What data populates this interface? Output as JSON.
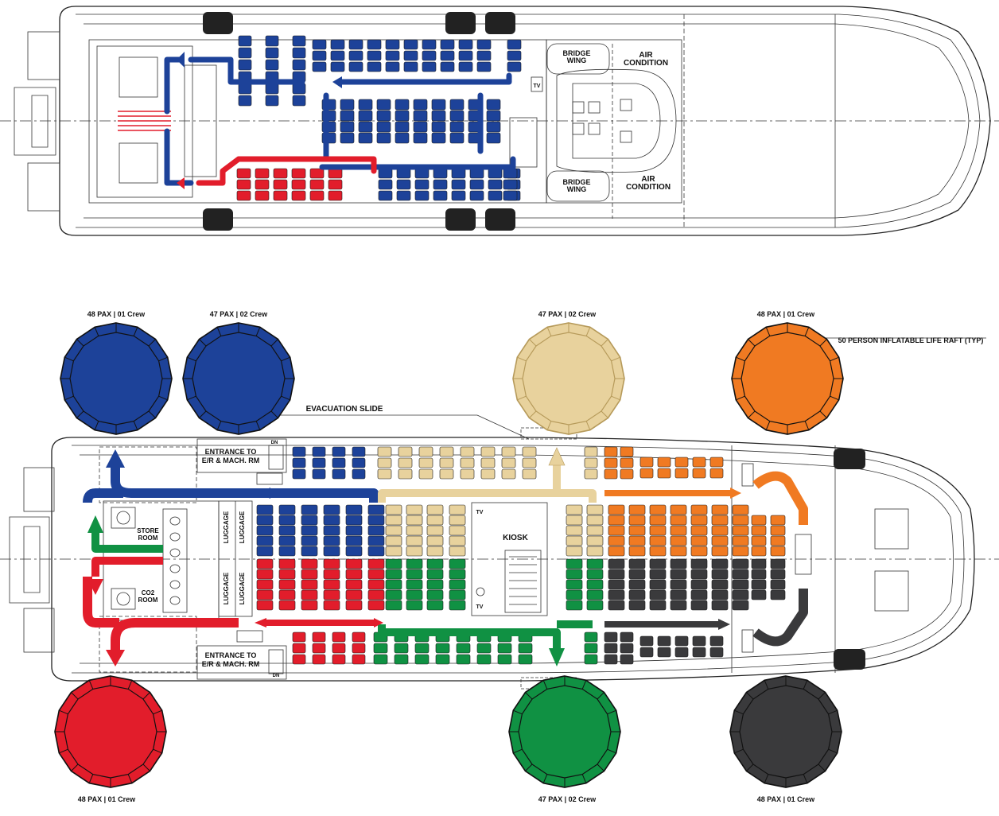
{
  "colors": {
    "blue": "#1d4299",
    "blue_light": "#1d4299",
    "tan": "#e8d29d",
    "red": "#e21d2b",
    "green": "#109143",
    "orange": "#f07a22",
    "dark": "#3a3a3c",
    "tan_edge": "#b69a5a"
  },
  "upper_deck": {
    "labels": {
      "bridge_wing_top": "BRIDGE\nWING",
      "bridge_wing_bottom": "BRIDGE\nWING",
      "air_top": "AIR\nCONDITION",
      "air_bottom": "AIR\nCONDITION",
      "tv": "TV"
    }
  },
  "main_deck": {
    "labels": {
      "entrance_top": "ENTRANCE TO\nE/R & MACH. RM",
      "entrance_bottom": "ENTRANCE TO\nE/R & MACH. RM",
      "store_room": "STORE\nROOM",
      "co2_room": "CO2\nROOM",
      "luggage": "LUGGAGE",
      "kiosk": "KIOSK",
      "tv": "TV",
      "dn": "DN",
      "evacuation_slide": "EVACUATION SLIDE",
      "life_raft_note": "50 PERSON INFLATABLE LIFE RAFT (TYP)"
    }
  },
  "life_rafts": [
    {
      "label": "48 PAX | 01 Crew",
      "color": "blue",
      "position": "top-1"
    },
    {
      "label": "47 PAX | 02 Crew",
      "color": "blue",
      "position": "top-2"
    },
    {
      "label": "47 PAX | 02 Crew",
      "color": "tan",
      "position": "top-3"
    },
    {
      "label": "48 PAX | 01 Crew",
      "color": "orange",
      "position": "top-4"
    },
    {
      "label": "48 PAX | 01 Crew",
      "color": "red",
      "position": "bottom-1"
    },
    {
      "label": "47 PAX | 02 Crew",
      "color": "green",
      "position": "bottom-3"
    },
    {
      "label": "48 PAX | 01 Crew",
      "color": "dark",
      "position": "bottom-4"
    }
  ]
}
